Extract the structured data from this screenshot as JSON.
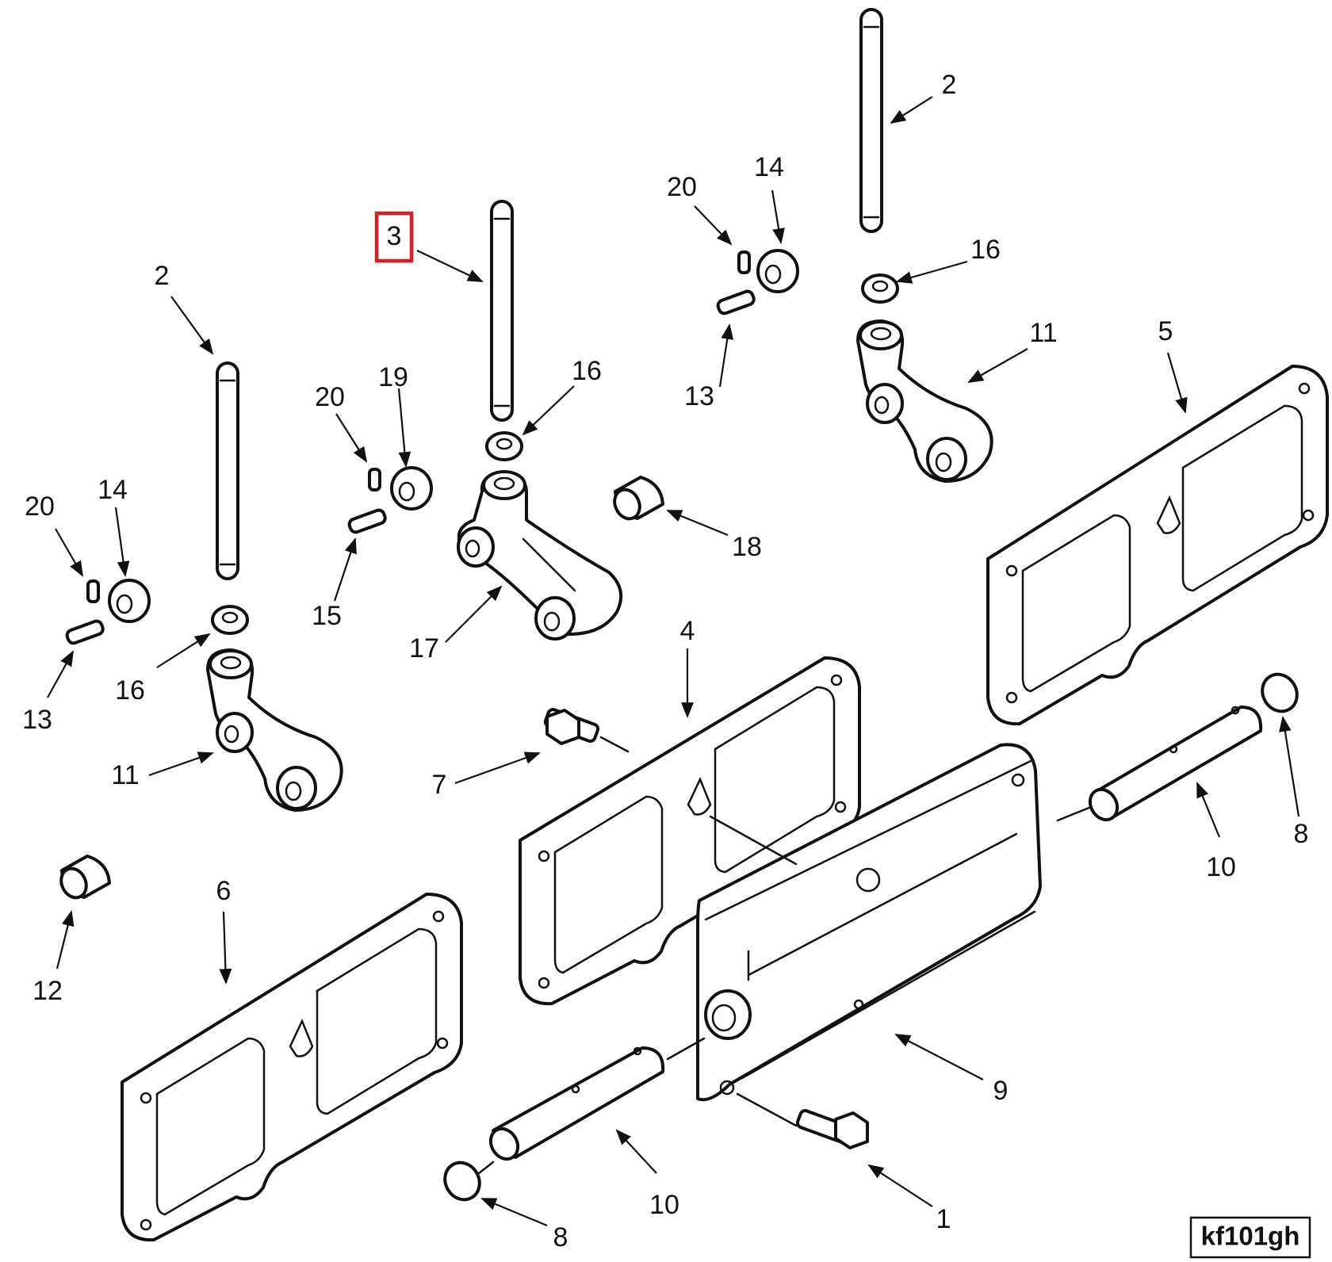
{
  "diagram": {
    "reference_code": "kf101gh",
    "highlighted_callout": "3",
    "highlight_color": "#e01b24",
    "callouts": [
      "2",
      "3",
      "2",
      "14",
      "20",
      "16",
      "11",
      "5",
      "16",
      "19",
      "20",
      "14",
      "20",
      "13",
      "16",
      "15",
      "17",
      "18",
      "13",
      "11",
      "4",
      "7",
      "10",
      "8",
      "12",
      "6",
      "9",
      "10",
      "8",
      "1"
    ]
  }
}
